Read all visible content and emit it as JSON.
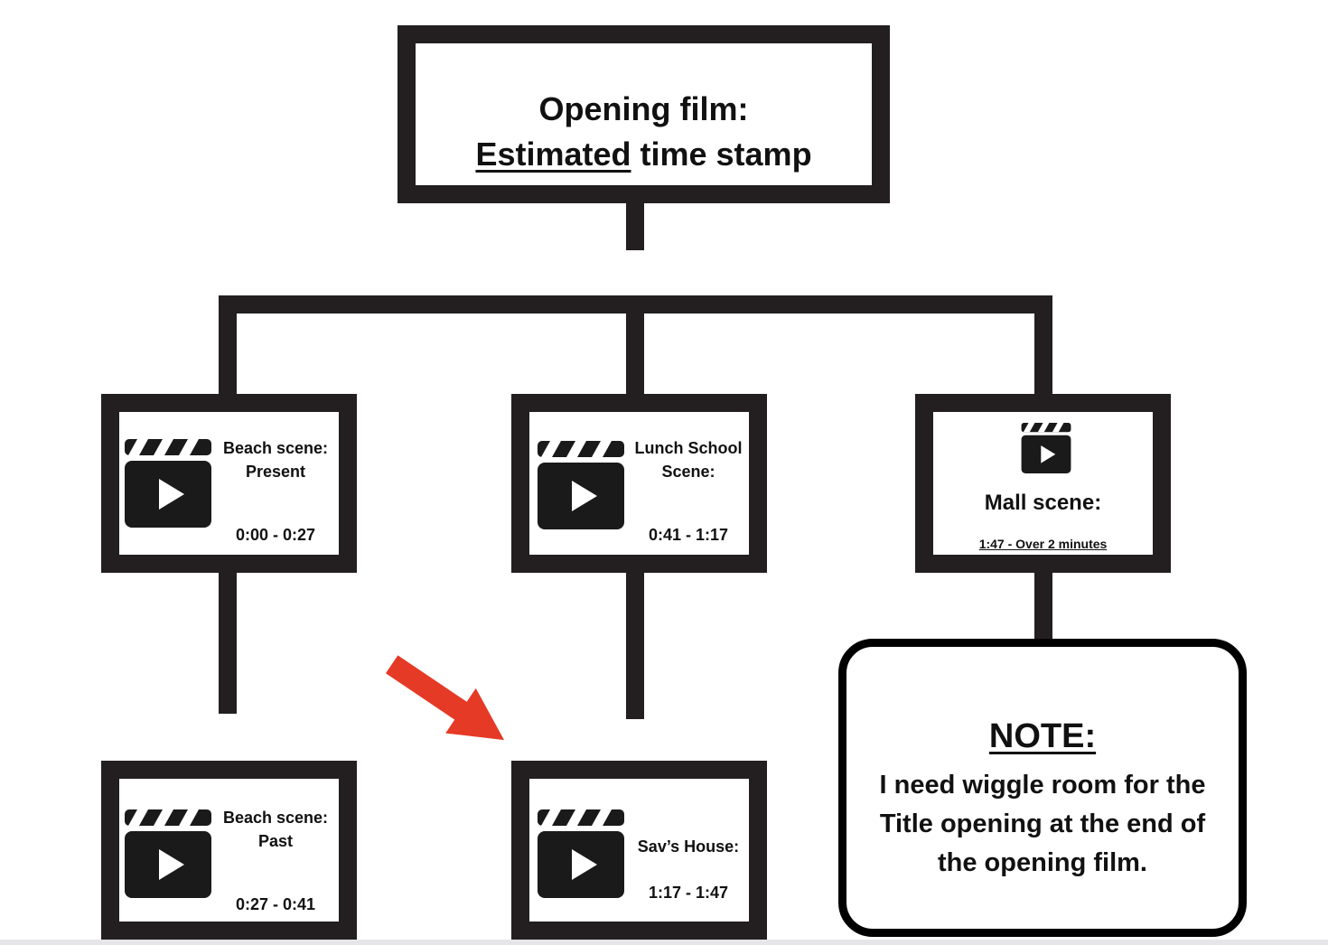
{
  "title": {
    "line1": "Opening film:",
    "line2_underlined": "Estimated",
    "line2_rest": " time stamp"
  },
  "scenes": [
    {
      "label_line1": "Beach scene:",
      "label_line2": "Present",
      "time": "0:00 - 0:27"
    },
    {
      "label_line1": "Lunch School",
      "label_line2": "Scene:",
      "time": "0:41 - 1:17"
    },
    {
      "label_line1": "Mall scene:",
      "time": "1:47 - Over 2 minutes"
    },
    {
      "label_line1": "Beach scene:",
      "label_line2": "Past",
      "time": "0:27 - 0:41"
    },
    {
      "label_line1": "Sav’s House:",
      "time": "1:17 - 1:47"
    }
  ],
  "note": {
    "heading": "NOTE:",
    "body": "I need wiggle room for the Title opening at the end of the opening film."
  },
  "colors": {
    "line": "#231f20",
    "arrow": "#e53a26",
    "icon": "#1a1a1a"
  }
}
